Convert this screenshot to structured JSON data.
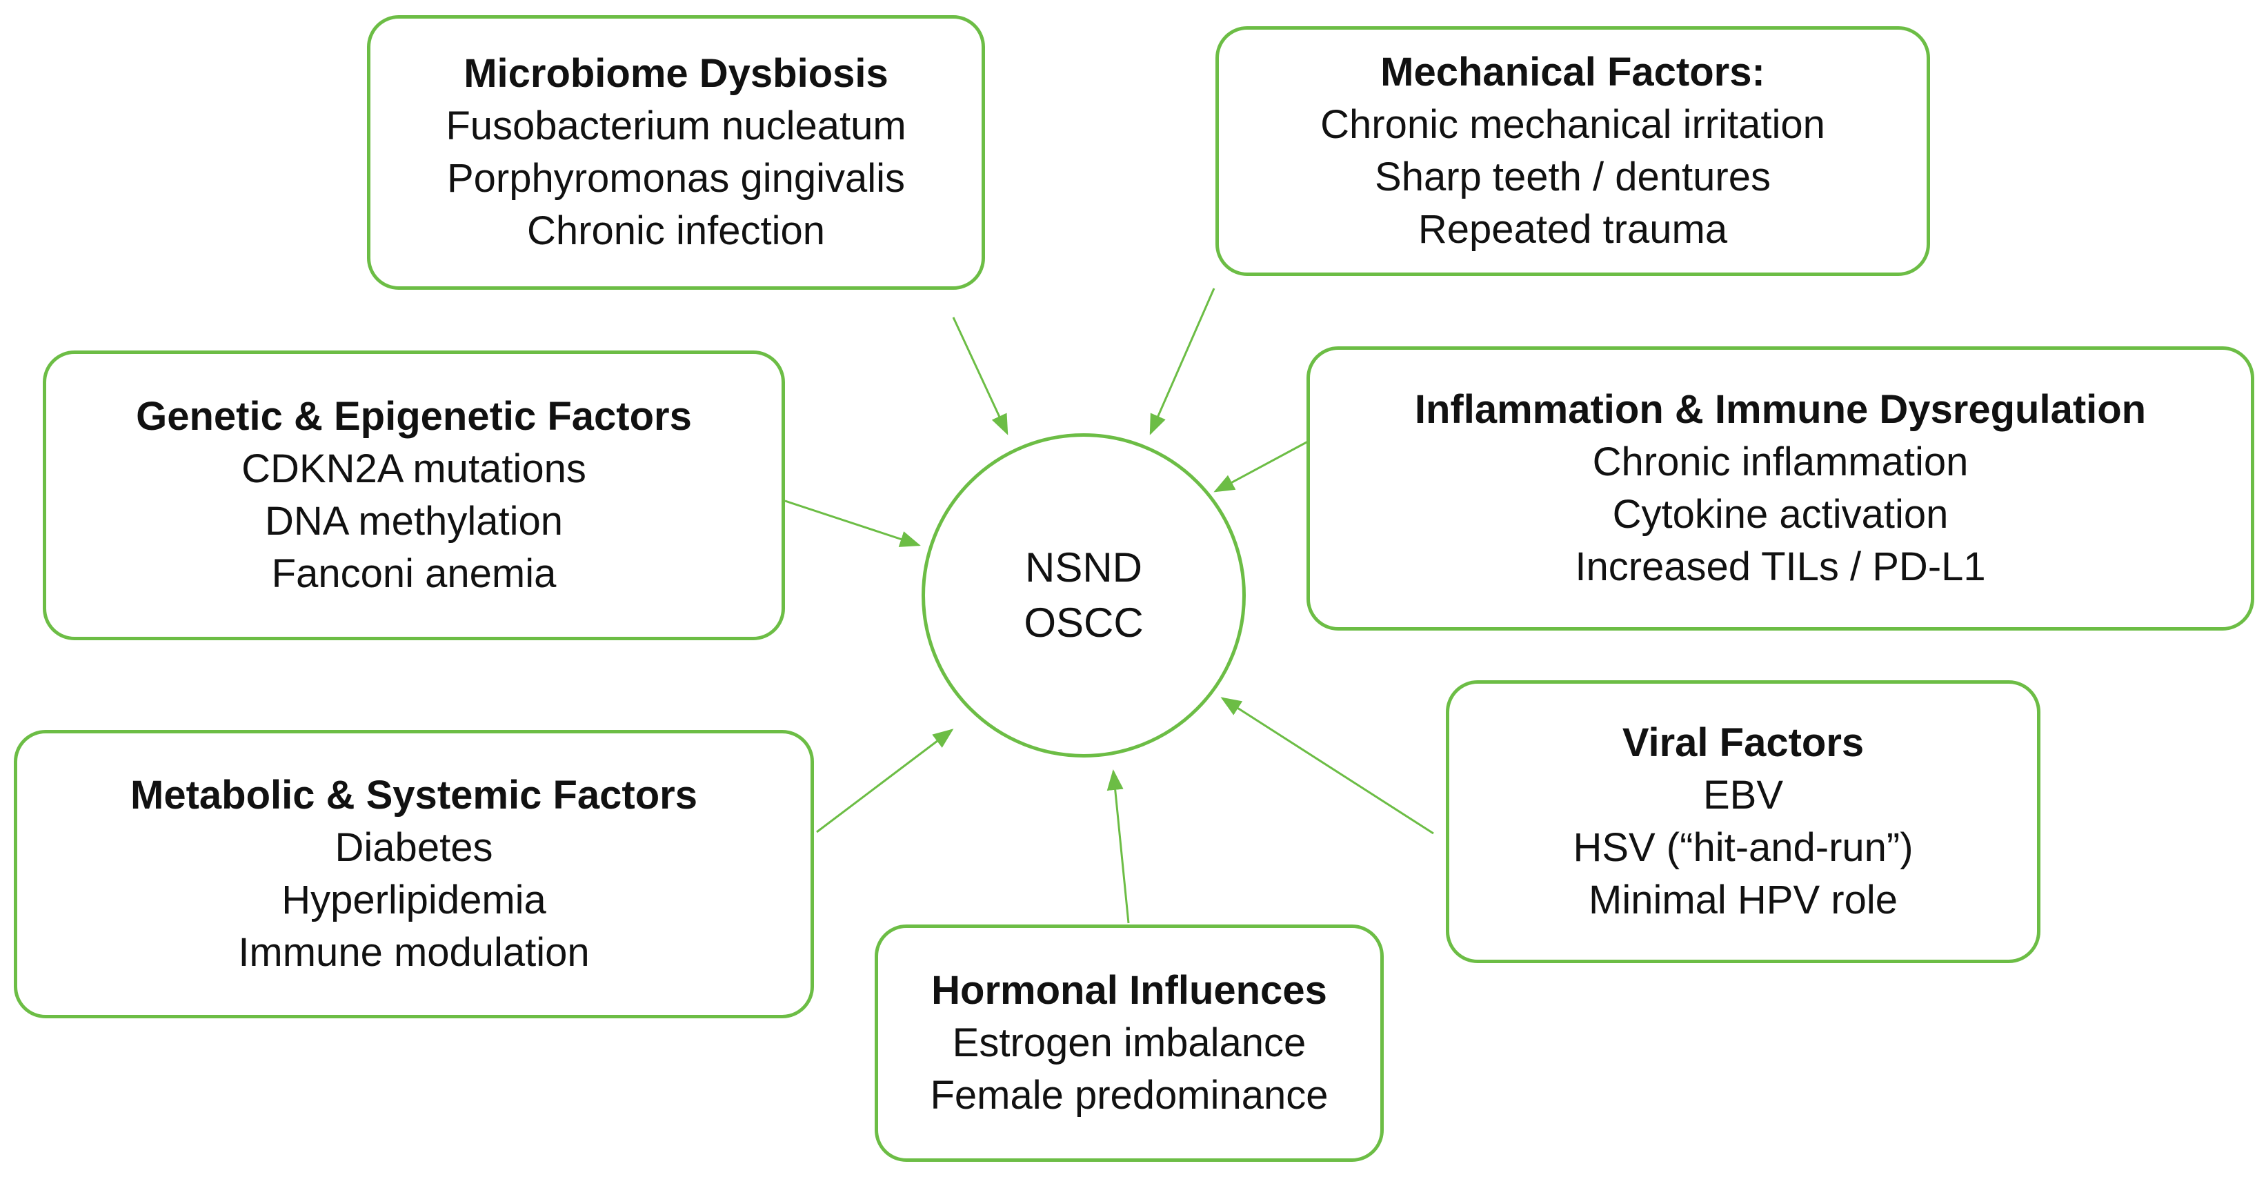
{
  "diagram": {
    "center": {
      "line1": "NSND",
      "line2": "OSCC"
    },
    "boxes": {
      "microbiome": {
        "title": "Microbiome Dysbiosis",
        "items": [
          "Fusobacterium nucleatum",
          "Porphyromonas gingivalis",
          "Chronic infection"
        ]
      },
      "mechanical": {
        "title": "Mechanical Factors:",
        "items": [
          "Chronic mechanical irritation",
          "Sharp teeth / dentures",
          "Repeated trauma"
        ]
      },
      "genetic": {
        "title": "Genetic & Epigenetic Factors",
        "items": [
          "CDKN2A mutations",
          "DNA methylation",
          "Fanconi anemia"
        ]
      },
      "inflammation": {
        "title": "Inflammation & Immune Dysregulation",
        "items": [
          "Chronic inflammation",
          "Cytokine activation",
          "Increased TILs / PD-L1"
        ]
      },
      "metabolic": {
        "title": "Metabolic & Systemic Factors",
        "items": [
          "Diabetes",
          "Hyperlipidemia",
          "Immune modulation"
        ]
      },
      "viral": {
        "title": "Viral Factors",
        "items": [
          "EBV",
          "HSV (“hit-and-run”)",
          "Minimal HPV role"
        ]
      },
      "hormonal": {
        "title": "Hormonal Influences",
        "items": [
          "Estrogen imbalance",
          "Female predominance"
        ]
      }
    },
    "colors": {
      "border": "#6cbd45",
      "arrow": "#6cbd45",
      "text": "#111111"
    }
  }
}
